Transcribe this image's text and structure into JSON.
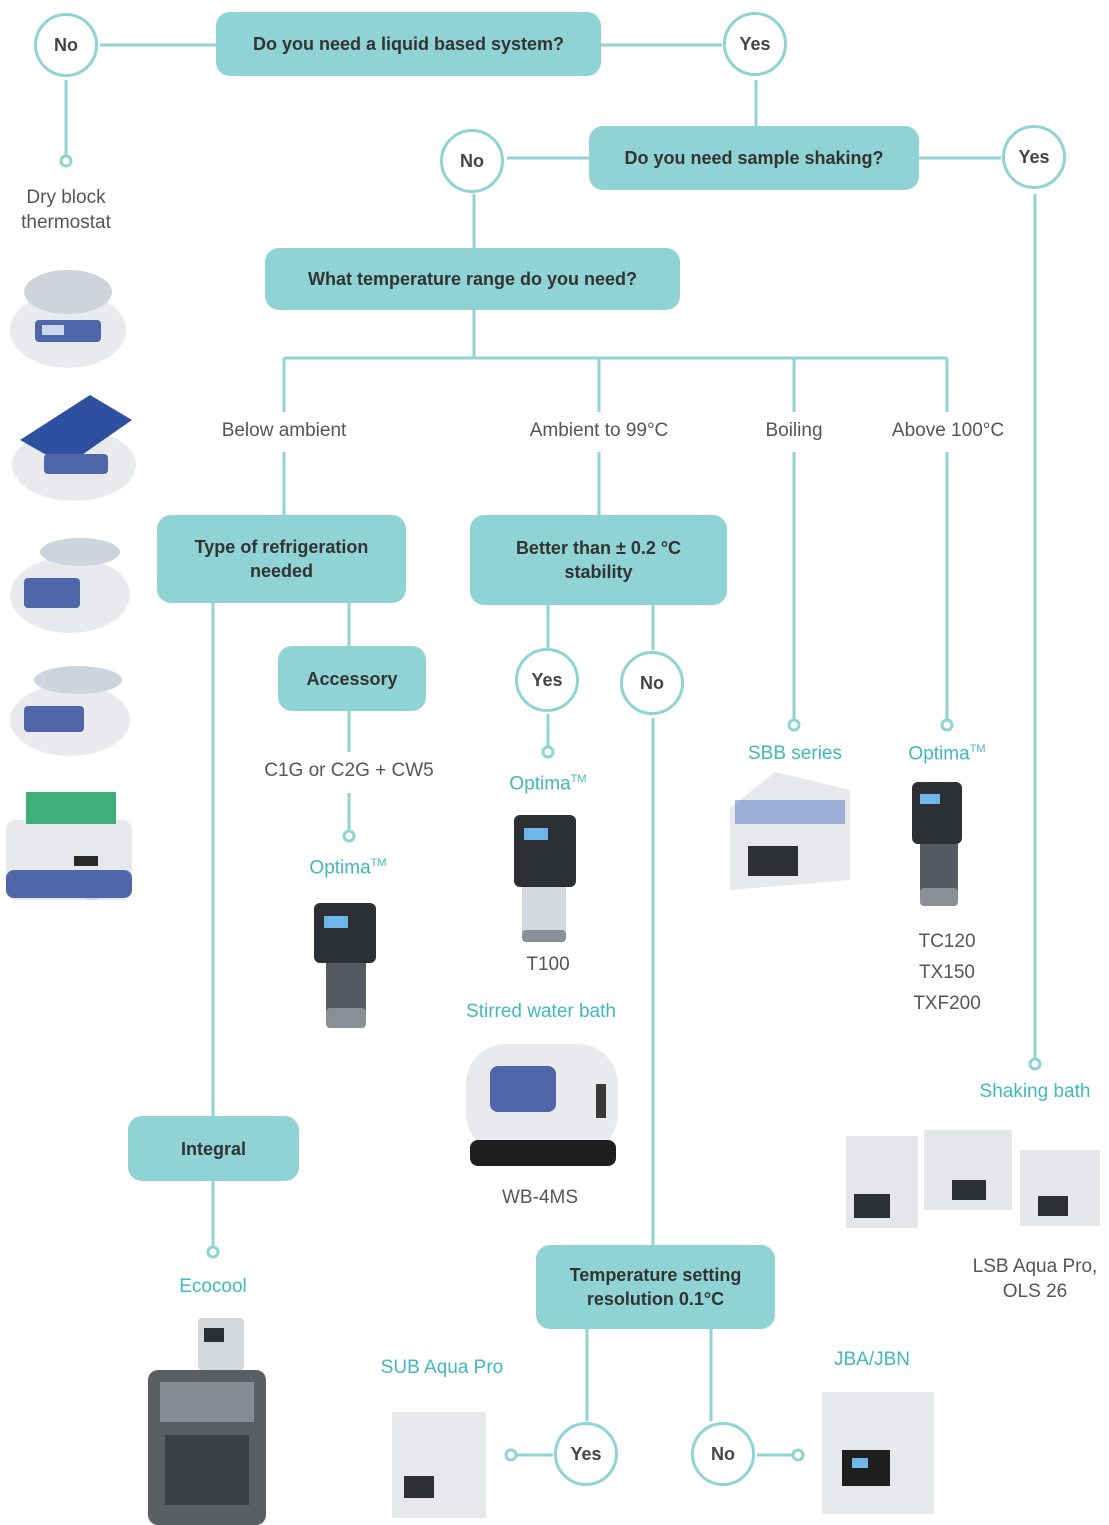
{
  "colors": {
    "accent": "#8fd3d5",
    "label": "#3fb8be",
    "text": "#555555"
  },
  "questions": {
    "liquid": "Do you need a liquid based system?",
    "shaking": "Do you need sample shaking?",
    "temp_range": "What temperature range do you need?",
    "refrigeration": "Type of refrigeration needed",
    "stability": "Better than ± 0.2 °C stability",
    "accessory": "Accessory",
    "integral": "Integral",
    "resolution": "Temperature setting resolution 0.1°C"
  },
  "answers": {
    "yes": "Yes",
    "no": "No"
  },
  "ranges": {
    "below": "Below ambient",
    "ambient": "Ambient to 99°C",
    "boiling": "Boiling",
    "above": "Above 100°C"
  },
  "products": {
    "dry_block": "Dry block thermostat",
    "accessory_parts": "C1G or C2G + CW5",
    "optima": "Optima",
    "tm": "TM",
    "t100": "T100",
    "stirred_bath": "Stirred water bath",
    "wb4ms": "WB-4MS",
    "sbb": "SBB series",
    "tc120": "TC120",
    "tx150": "TX150",
    "txf200": "TXF200",
    "shaking_bath": "Shaking bath",
    "lsb": "LSB Aqua Pro, OLS 26",
    "ecocool": "Ecocool",
    "sub": "SUB Aqua Pro",
    "jba": "JBA/JBN"
  },
  "images": {
    "dry_block_units": [
      "dry-block-unit-image",
      "dry-block-unit-image",
      "dry-block-unit-image",
      "dry-block-unit-image",
      "dry-block-unit-image"
    ],
    "optima_heads": [
      "immersion-circulator-image"
    ],
    "baths": [
      "water-bath-image"
    ],
    "chiller": "recirculating-chiller-image"
  }
}
